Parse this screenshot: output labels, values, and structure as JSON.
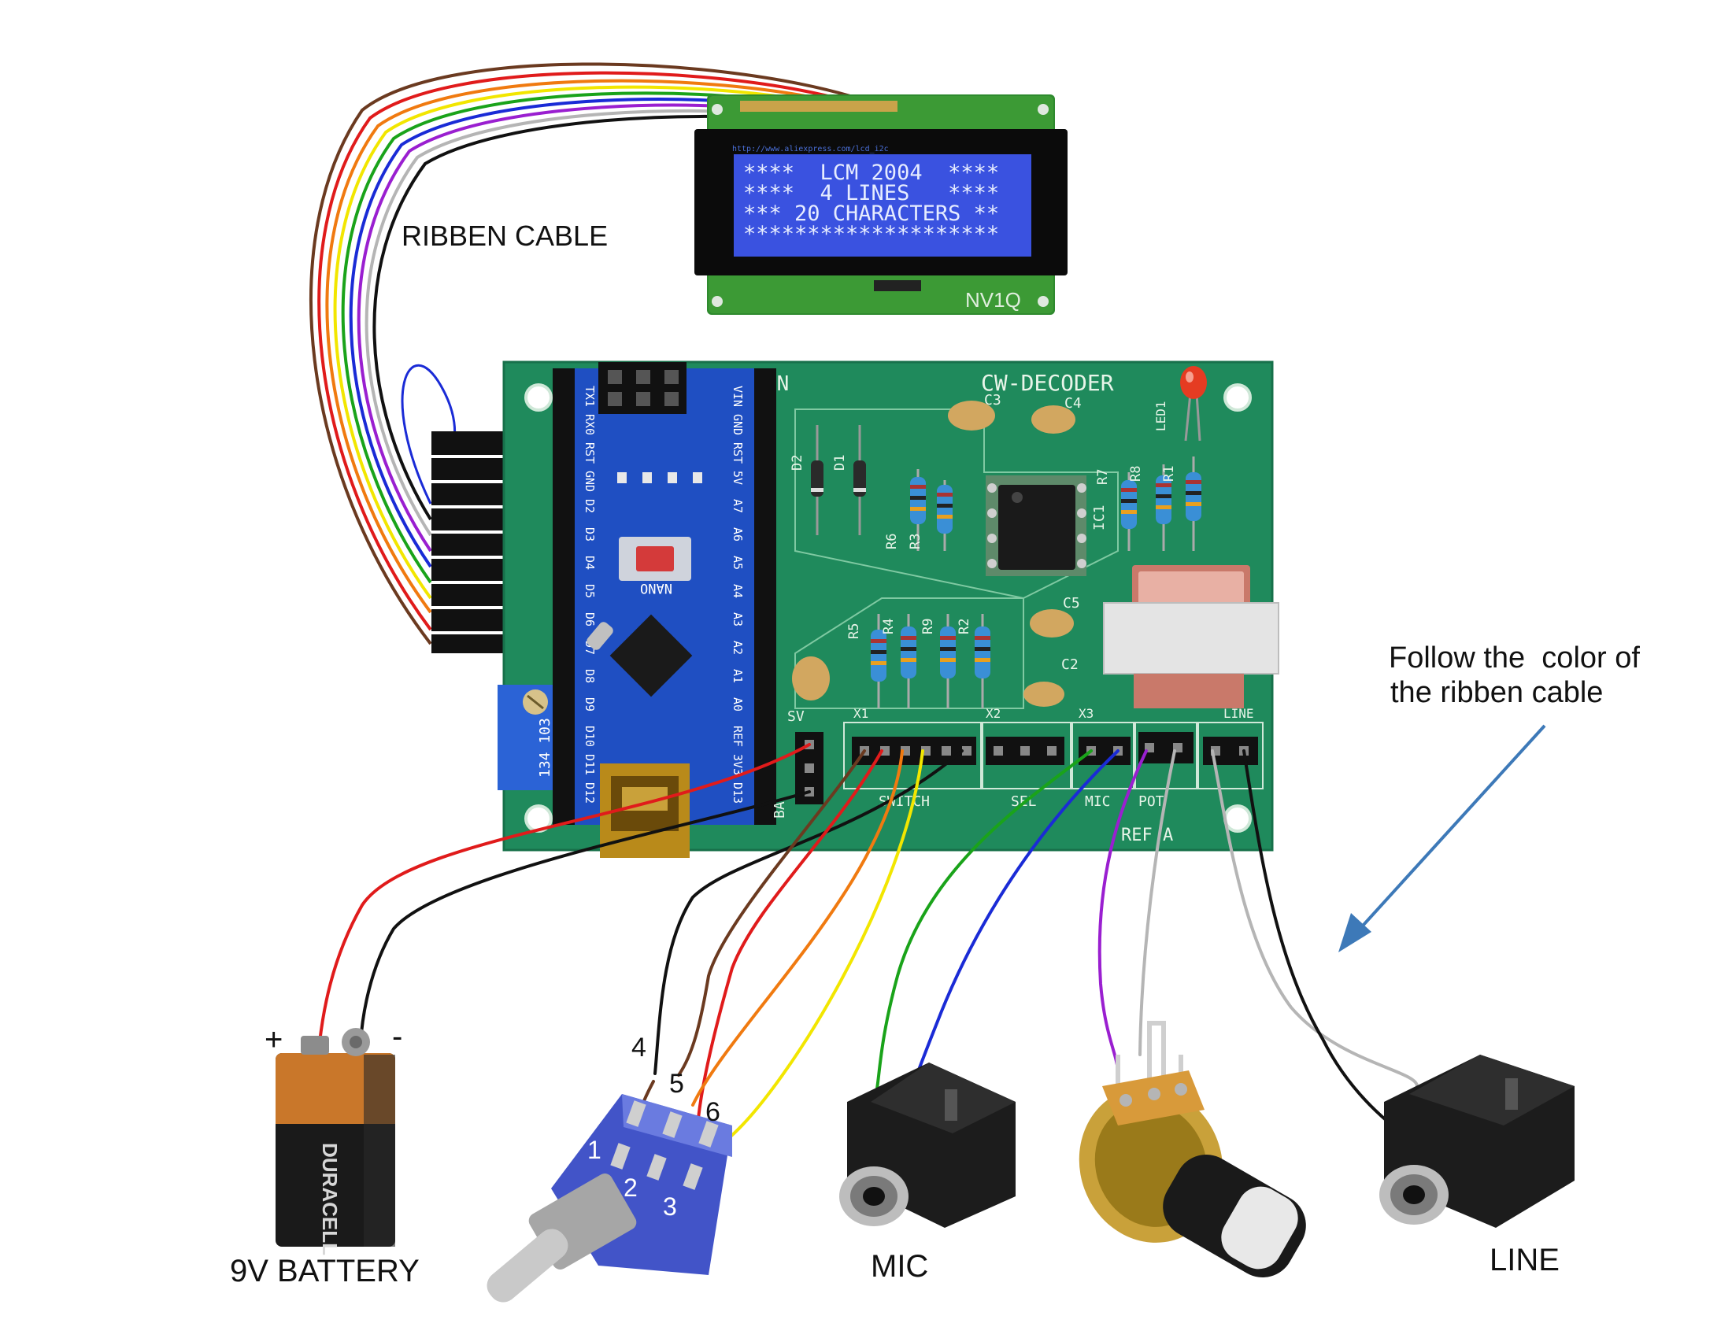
{
  "labels": {
    "ribbon_cable": "RIBBEN CABLE",
    "note_line1": "Follow the  color of",
    "note_line2": "the ribben cable",
    "battery": "9V BATTERY",
    "mic": "MIC",
    "line": "LINE",
    "battery_plus": "+",
    "battery_minus": "-"
  },
  "lcd": {
    "lines": [
      "****  LCM 2004  ****",
      "****  4 LINES   ****",
      "*** 20 CHARACTERS **",
      "********************"
    ],
    "brand": "NV1Q",
    "url": "http://www.aliexpress.com/lcd_i2c"
  },
  "pcb": {
    "title": "CW-DECODER",
    "maker": "ALOJN",
    "led_label": "LED1",
    "ic_label": "IC1",
    "header_labels": {
      "sv": "SV",
      "ba": "BA",
      "x1": "X1",
      "x2": "X2",
      "x3": "X3",
      "switch": "SWITCH",
      "sel": "SEL",
      "mic": "MIC",
      "pot": "POT",
      "line": "LINE",
      "ref": "REF A"
    },
    "components": {
      "c3": "C3",
      "c4": "C4",
      "c5": "C5",
      "c2": "C2",
      "d1": "D1",
      "d2": "D2",
      "r1": "R1",
      "r2": "R2",
      "r3": "R3",
      "r4": "R4",
      "r5": "R5",
      "r6": "R6",
      "r7": "R7",
      "r8": "R8",
      "r9": "R9"
    },
    "trimmer": "134 103",
    "nano_label": "NANO",
    "nano_left_pins": [
      "TX1",
      "RX0",
      "RST",
      "GND",
      "D2",
      "D3",
      "D4",
      "D5",
      "D6",
      "D7",
      "D8",
      "D9",
      "D10",
      "D11",
      "D12"
    ],
    "nano_right_pins": [
      "VIN",
      "GND",
      "RST",
      "5V",
      "A7",
      "A6",
      "A5",
      "A4",
      "A3",
      "A2",
      "A1",
      "A0",
      "REF",
      "3V3",
      "D13"
    ]
  },
  "switch_pins": [
    "1",
    "2",
    "3",
    "4",
    "5",
    "6"
  ],
  "battery_brand": "DURACELL",
  "colors": {
    "pcb": "#1f8a5c",
    "lcd_screen": "#3a52e0",
    "nano": "#1f4fc2",
    "wire_red": "#e01b1b",
    "wire_black": "#111111",
    "wire_brown": "#6b3a20",
    "wire_orange": "#f07a10",
    "wire_yellow": "#f2e600",
    "wire_green": "#1aa31a",
    "wire_blue": "#1a2bd6",
    "wire_purple": "#9a1fd0",
    "wire_grey": "#b5b5b5",
    "arrow": "#3d79b8"
  }
}
